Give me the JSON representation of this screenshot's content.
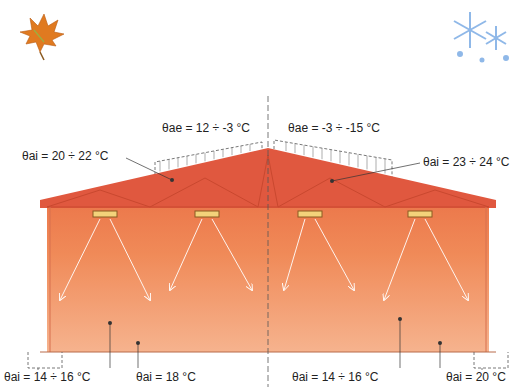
{
  "diagram": {
    "labels": [
      "θae = 12 ÷ -3 °C",
      "θae = -3 ÷ -15 °C",
      "θai = 20 ÷ 22 °C",
      "θai = 23 ÷ 24 °C",
      "θai = 14 ÷ 16 °C",
      "θai = 18 °C",
      "θai = 14 ÷ 16 °C",
      "θai = 20 °C"
    ]
  }
}
